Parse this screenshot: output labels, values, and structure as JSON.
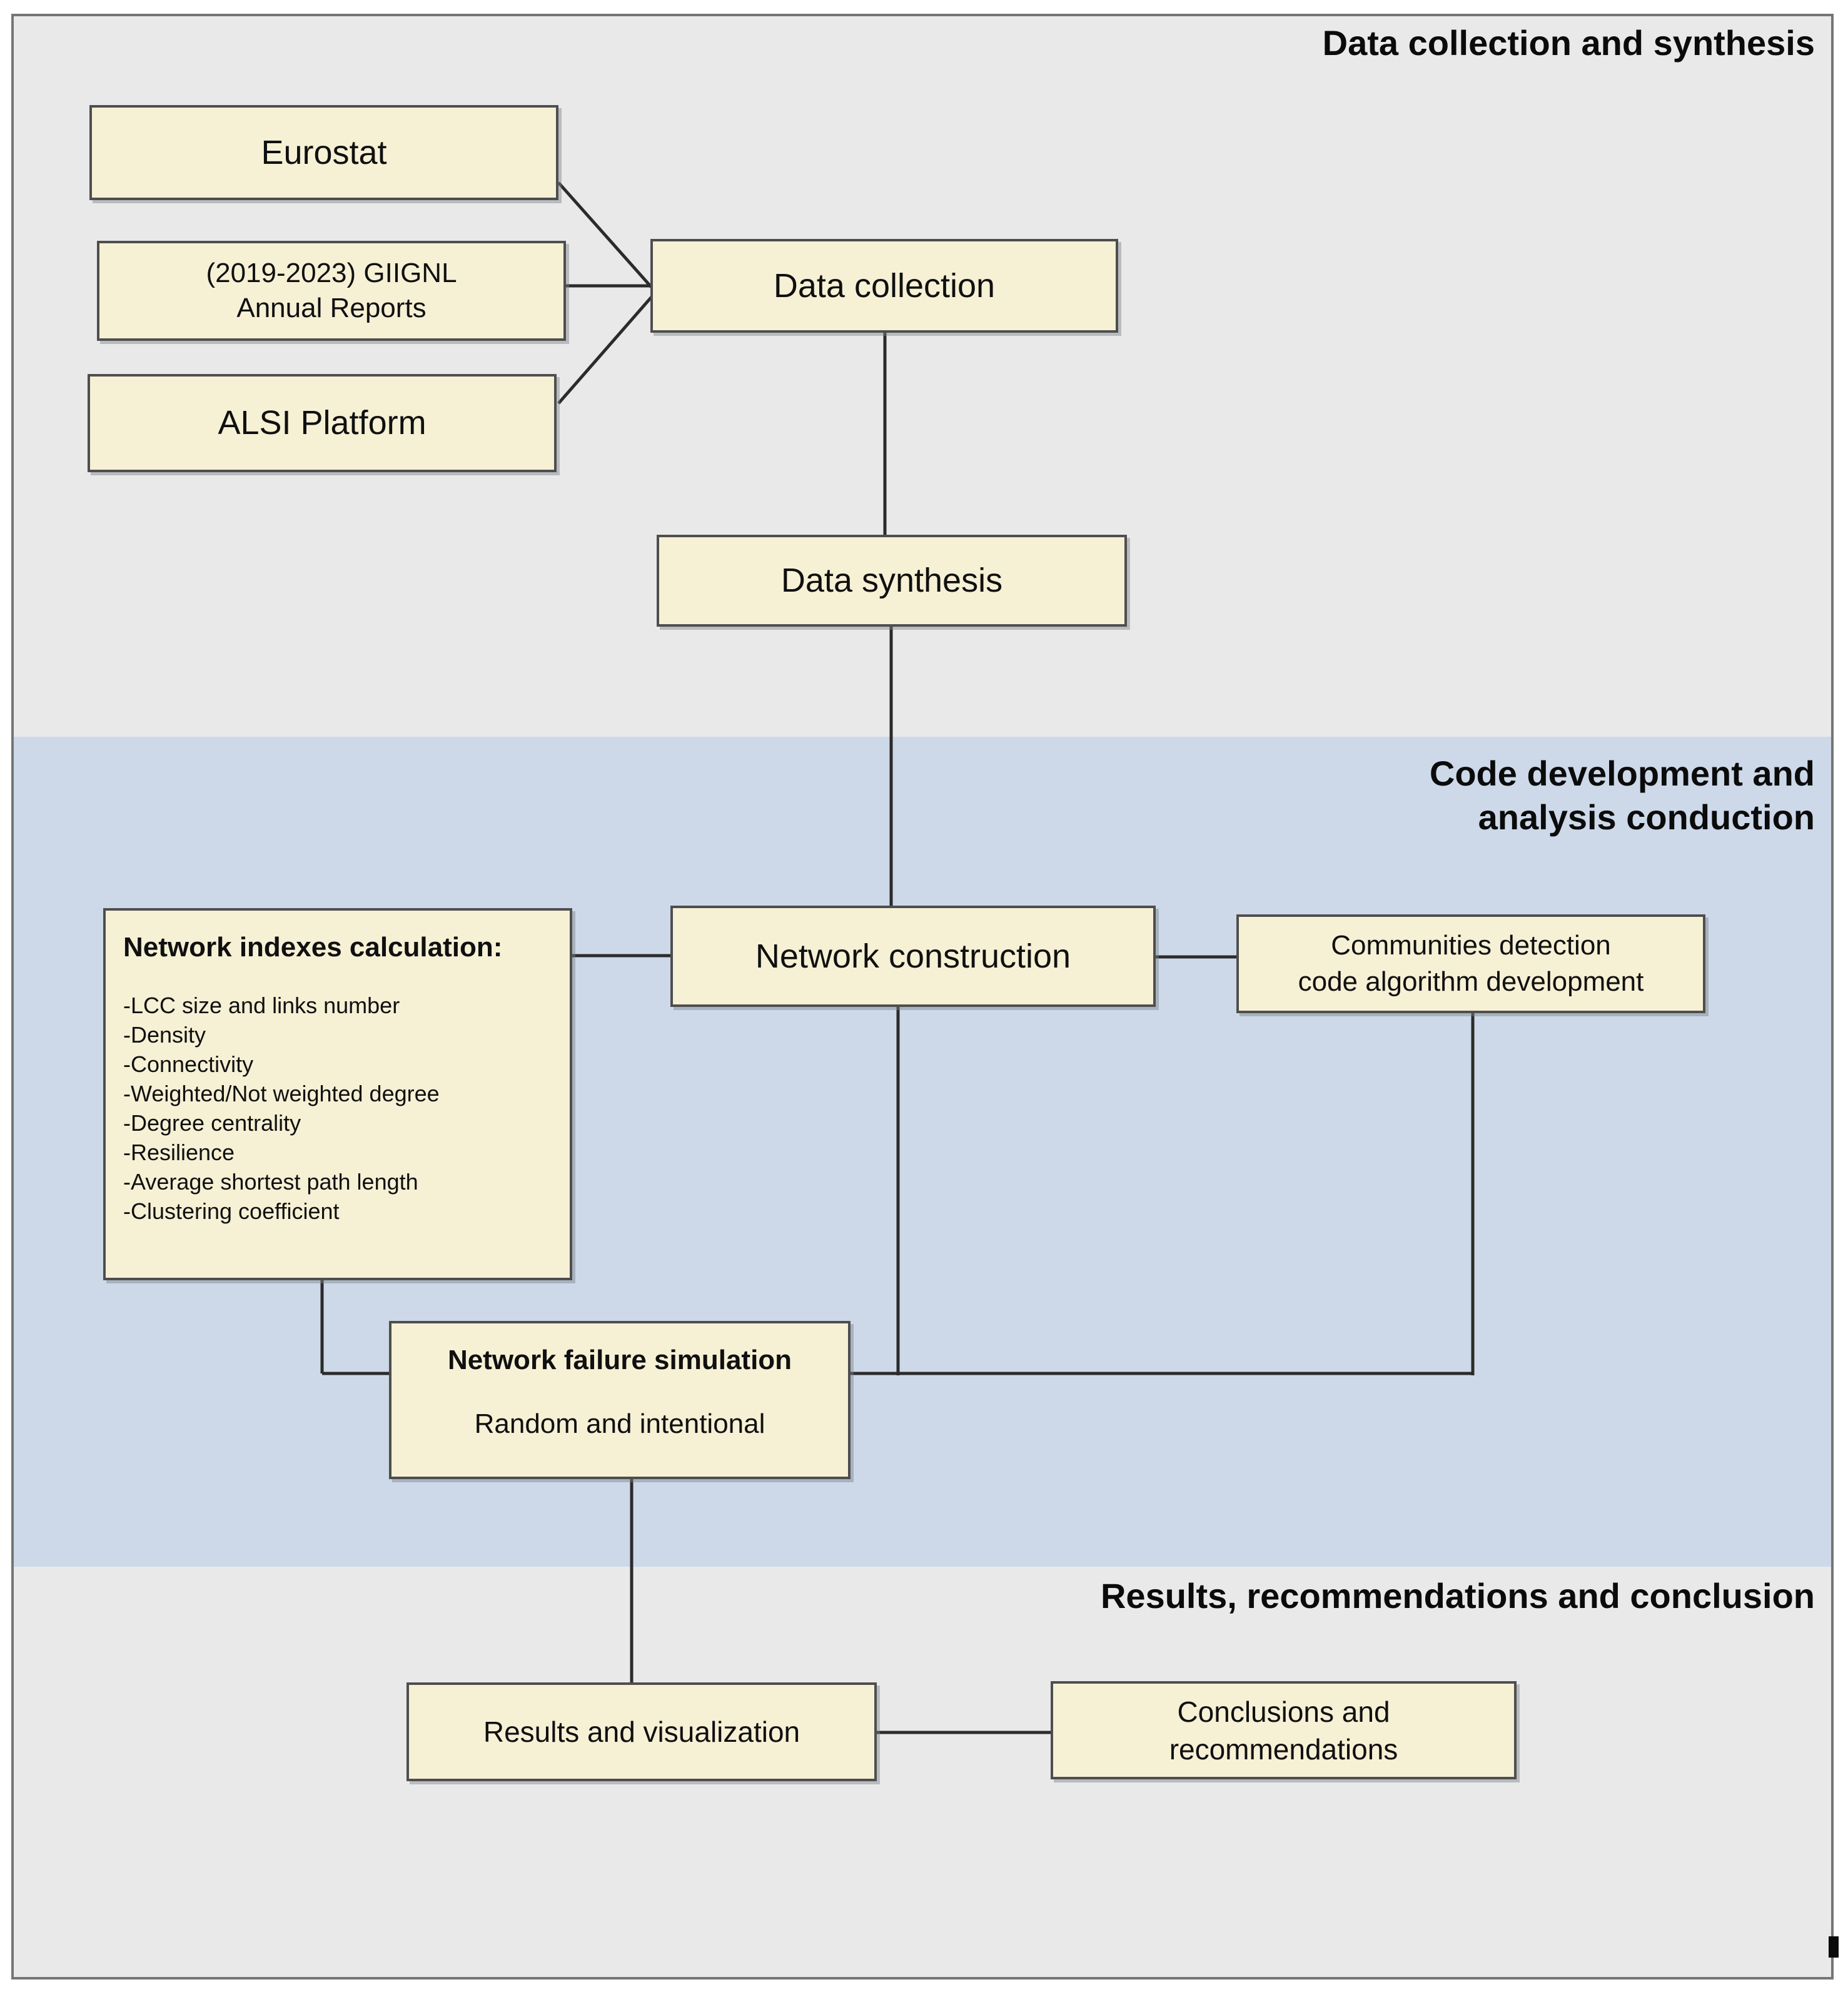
{
  "sections": {
    "s1": {
      "title": "Data collection and synthesis"
    },
    "s2": {
      "line1": "Code development and",
      "line2": "analysis conduction"
    },
    "s3": {
      "title": "Results, recommendations and conclusion"
    }
  },
  "nodes": {
    "eurostat": {
      "label": "Eurostat"
    },
    "giignl": {
      "line1": "(2019-2023) GIIGNL",
      "line2": "Annual Reports"
    },
    "alsi": {
      "label": "ALSI Platform"
    },
    "data_collection": {
      "label": "Data collection"
    },
    "data_synthesis": {
      "label": "Data synthesis"
    },
    "network_construction": {
      "label": "Network construction"
    },
    "network_indexes": {
      "title": "Network indexes calculation:",
      "items": [
        "-LCC size and links number",
        "-Density",
        "-Connectivity",
        "-Weighted/Not weighted degree",
        "-Degree centrality",
        "-Resilience",
        "-Average shortest path length",
        "-Clustering coefficient"
      ]
    },
    "communities_detection": {
      "line1": "Communities detection",
      "line2": "code algorithm development"
    },
    "network_failure": {
      "title": "Network failure simulation",
      "subtitle": "Random and intentional"
    },
    "results_visualization": {
      "label": "Results and visualization"
    },
    "conclusions": {
      "line1": "Conclusions and",
      "line2": "recommendations"
    }
  },
  "colors": {
    "band_gray": "#e9e9e9",
    "band_blue": "#cdd9e9",
    "node_fill": "#f6f0d5",
    "node_border": "#4e4e4e",
    "connector": "#2b2b2b",
    "frame_border": "#757575"
  }
}
